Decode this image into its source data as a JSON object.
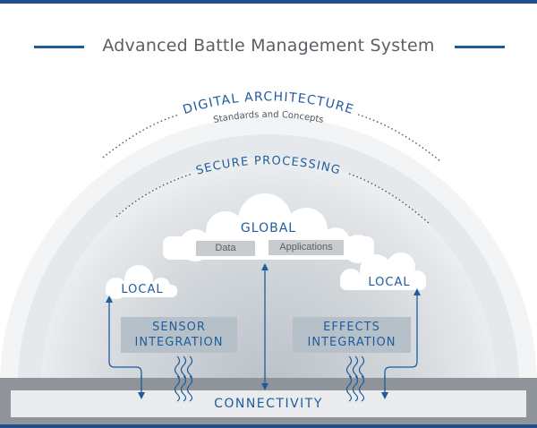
{
  "title": "Advanced Battle Management System",
  "arcs": {
    "digital_architecture": "DIGITAL ARCHITECTURE",
    "standards": "Standards and Concepts",
    "secure_processing": "SECURE PROCESSING"
  },
  "global_cloud": {
    "label": "GLOBAL",
    "items": [
      "Data",
      "Applications"
    ]
  },
  "local_left": "LOCAL",
  "local_right": "LOCAL",
  "sensor": [
    "SENSOR",
    "INTEGRATION"
  ],
  "effects": [
    "EFFECTS",
    "INTEGRATION"
  ],
  "connectivity": "CONNECTIVITY",
  "colors": {
    "brand_blue": "#1f5c9e",
    "dome_outer": "#f2f3f4",
    "dome_inner": "#c9ced3",
    "ground": "#8e9499",
    "box": "#b6c0c8"
  }
}
